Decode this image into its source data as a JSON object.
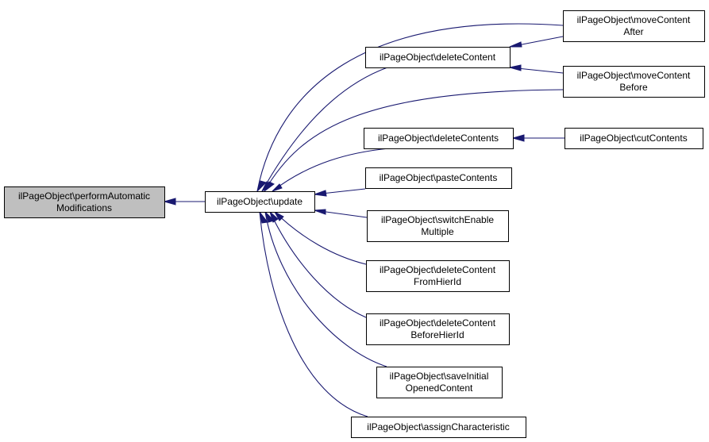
{
  "colors": {
    "edge": "#191970",
    "node_border": "#000000",
    "node_fill": "#ffffff",
    "focus_fill": "#bfbfbf"
  },
  "nodes": {
    "focus": {
      "lines": [
        "ilPageObject\\performAutomatic",
        "Modifications"
      ]
    },
    "update": {
      "lines": [
        "ilPageObject\\update"
      ]
    },
    "deleteContent": {
      "lines": [
        "ilPageObject\\deleteContent"
      ]
    },
    "moveContentAfter": {
      "lines": [
        "ilPageObject\\moveContent",
        "After"
      ]
    },
    "moveContentBefore": {
      "lines": [
        "ilPageObject\\moveContent",
        "Before"
      ]
    },
    "deleteContents": {
      "lines": [
        "ilPageObject\\deleteContents"
      ]
    },
    "cutContents": {
      "lines": [
        "ilPageObject\\cutContents"
      ]
    },
    "pasteContents": {
      "lines": [
        "ilPageObject\\pasteContents"
      ]
    },
    "switchEnableMultiple": {
      "lines": [
        "ilPageObject\\switchEnable",
        "Multiple"
      ]
    },
    "deleteContentFromHierId": {
      "lines": [
        "ilPageObject\\deleteContent",
        "FromHierId"
      ]
    },
    "deleteContentBeforeHierId": {
      "lines": [
        "ilPageObject\\deleteContent",
        "BeforeHierId"
      ]
    },
    "saveInitialOpenedContent": {
      "lines": [
        "ilPageObject\\saveInitial",
        "OpenedContent"
      ]
    },
    "assignCharacteristic": {
      "lines": [
        "ilPageObject\\assignCharacteristic"
      ]
    }
  }
}
